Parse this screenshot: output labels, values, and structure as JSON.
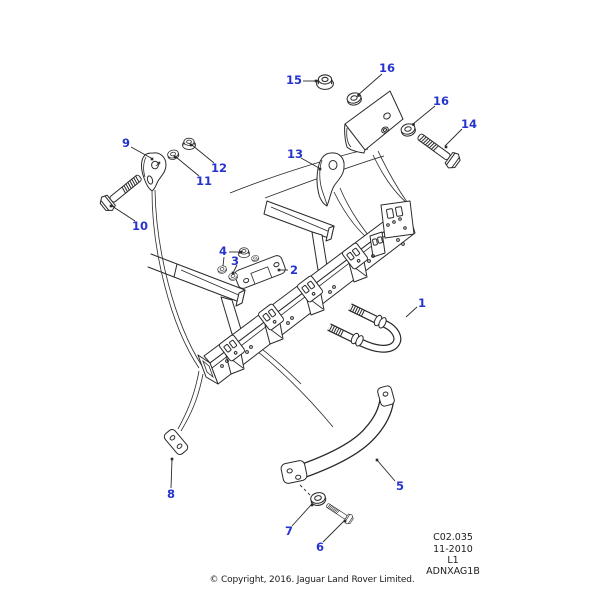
{
  "diagram": {
    "callouts": {
      "c1": "1",
      "c2": "2",
      "c3": "3",
      "c4": "4",
      "c5": "5",
      "c6": "6",
      "c7": "7",
      "c8": "8",
      "c9": "9",
      "c10": "10",
      "c11": "11",
      "c12": "12",
      "c13": "13",
      "c14": "14",
      "c15": "15",
      "c16": "16"
    },
    "ref_block": {
      "code": "C02.035",
      "date": "11-2010",
      "sheet": "L1",
      "drawing_ref": "ADNXAG1B"
    },
    "footer": {
      "copyright": "© Copyright, 2016. Jaguar Land Rover Limited."
    },
    "colors": {
      "callout_blue": "#2633cc",
      "line": "#2a2a2a",
      "background": "#ffffff"
    }
  }
}
